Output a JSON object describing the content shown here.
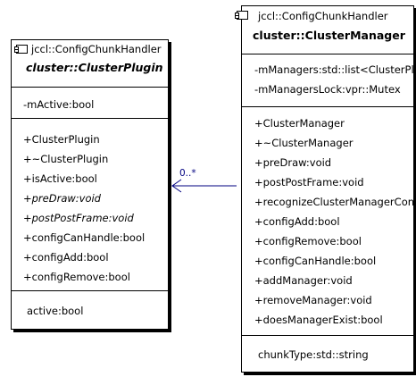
{
  "cluster_plugin": {
    "stereotype": "jccl::ConfigChunkHandler",
    "name": "cluster::ClusterPlugin",
    "attributes": [
      "-mActive:bool"
    ],
    "operations": [
      {
        "text": "+ClusterPlugin",
        "italic": false
      },
      {
        "text": "+~ClusterPlugin",
        "italic": false
      },
      {
        "text": "+isActive:bool",
        "italic": false
      },
      {
        "text": "+preDraw:void",
        "italic": true
      },
      {
        "text": "+postPostFrame:void",
        "italic": true
      },
      {
        "text": "+configCanHandle:bool",
        "italic": false
      },
      {
        "text": "+configAdd:bool",
        "italic": false
      },
      {
        "text": "+configRemove:bool",
        "italic": false
      }
    ],
    "properties": [
      "active:bool"
    ]
  },
  "cluster_manager": {
    "stereotype": "jccl::ConfigChunkHandler",
    "name": "cluster::ClusterManager",
    "attributes": [
      "-mManagers:std::list<ClusterPlugin*>",
      "-mManagersLock:vpr::Mutex"
    ],
    "operations": [
      "+ClusterManager",
      "+~ClusterManager",
      "+preDraw:void",
      "+postPostFrame:void",
      "+recognizeClusterManagerConfig",
      "+configAdd:bool",
      "+configRemove:bool",
      "+configCanHandle:bool",
      "+addManager:void",
      "+removeManager:void",
      "+doesManagerExist:bool"
    ],
    "properties": [
      "chunkType:std::string"
    ]
  },
  "association": {
    "multiplicity": "0..*",
    "color": "#000080"
  }
}
